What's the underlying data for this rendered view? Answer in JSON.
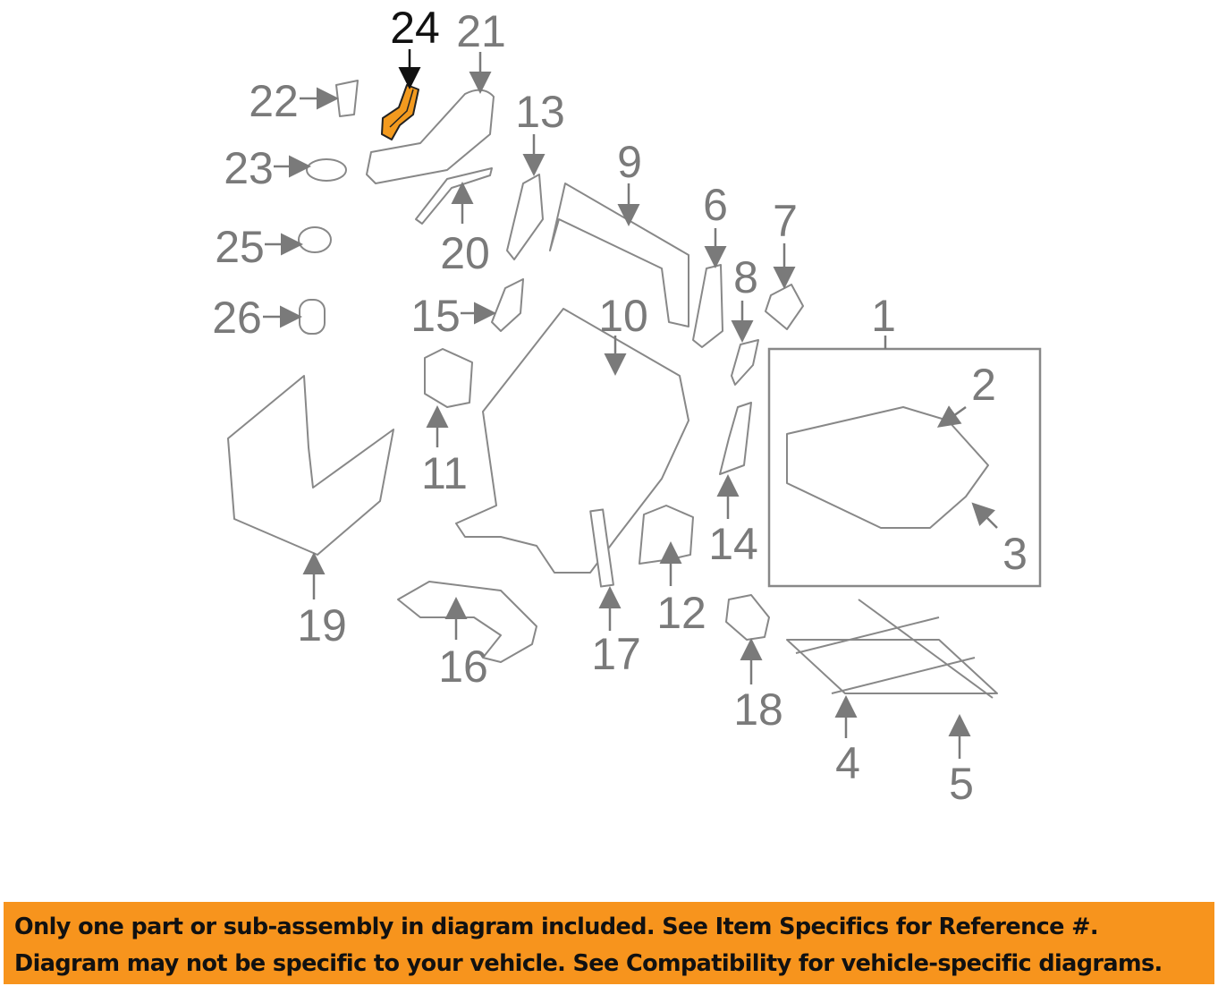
{
  "diagram": {
    "highlight_color": "#F39A1E",
    "selected_part": "24",
    "callouts": {
      "c1": "1",
      "c2": "2",
      "c3": "3",
      "c4": "4",
      "c5": "5",
      "c6": "6",
      "c7": "7",
      "c8": "8",
      "c9": "9",
      "c10": "10",
      "c11": "11",
      "c12": "12",
      "c13": "13",
      "c14": "14",
      "c15": "15",
      "c16": "16",
      "c17": "17",
      "c18": "18",
      "c19": "19",
      "c20": "20",
      "c21": "21",
      "c22": "22",
      "c23": "23",
      "c24": "24",
      "c25": "25",
      "c26": "26"
    }
  },
  "banner": {
    "color": "#F7941D",
    "line1": "Only one part or sub-assembly in diagram included. See Item Specifics for Reference #.",
    "line2": "Diagram may not be specific to your vehicle. See Compatibility for vehicle-specific diagrams."
  }
}
